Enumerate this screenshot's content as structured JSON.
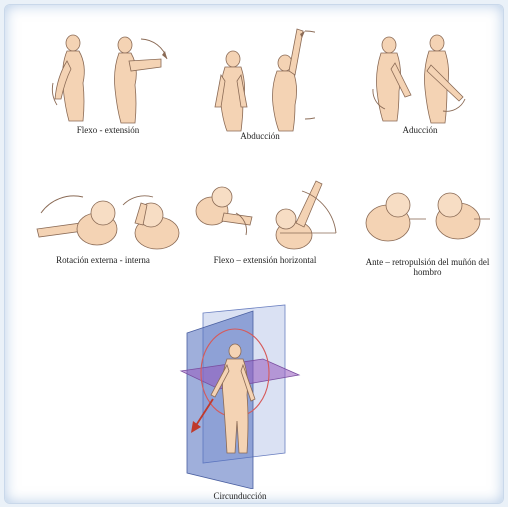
{
  "panels": [
    {
      "caption": "Flexo - extensión"
    },
    {
      "caption": "Abducción"
    },
    {
      "caption": "Aducción"
    },
    {
      "caption": "Rotación externa - interna"
    },
    {
      "caption": "Flexo – extensión horizontal"
    },
    {
      "caption": "Ante – retropulsión del muñón del hombro"
    },
    {
      "caption": "Circunducción"
    }
  ],
  "icons": [
    "shoulder-flexion-figure",
    "abduction-figure",
    "adduction-figure",
    "rotation-figure",
    "horizontal-flexion-figure",
    "antepulsion-figure",
    "circumduction-figure"
  ],
  "colors": {
    "skin": "#f4d3b4",
    "outline": "#8a6a55",
    "frame": "#c9d8ea",
    "plane_blue": "#4a5fa0",
    "plane_purple": "#7a4fa0",
    "arrow_red": "#c0392b"
  }
}
